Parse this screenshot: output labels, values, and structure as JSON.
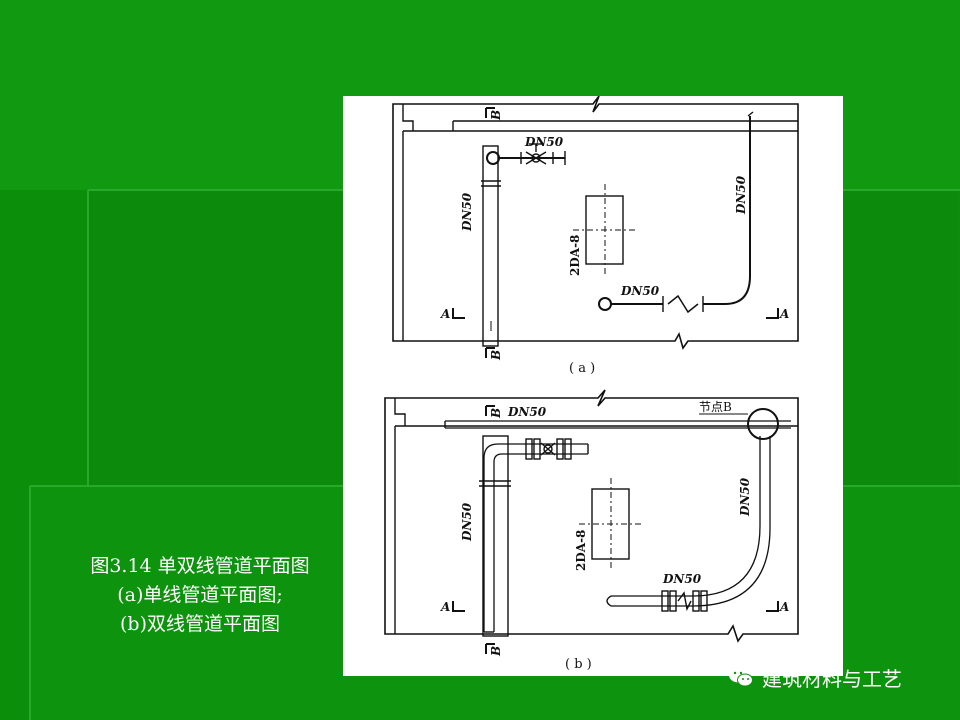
{
  "caption": {
    "line1": "图3.14  单双线管道平面图",
    "line2": "(a)单线管道平面图;",
    "line3": "(b)双线管道平面图"
  },
  "figure_a": {
    "label": "( a )",
    "pipe_dn_top": "DN50",
    "pipe_dn_left": "DN50",
    "pipe_dn_right": "DN50",
    "pipe_dn_bottom": "DN50",
    "equipment": "2DA-8",
    "section_a": "A",
    "section_b": "B"
  },
  "figure_b": {
    "label": "( b )",
    "pipe_dn_top": "DN50",
    "pipe_dn_left": "DN50",
    "pipe_dn_right": "DN50",
    "pipe_dn_bottom": "DN50",
    "equipment": "2DA-8",
    "node_label": "节点B",
    "section_a": "A",
    "section_b": "B"
  },
  "watermark": {
    "text": "建筑材料与工艺",
    "icon": "wechat-icon"
  },
  "colors": {
    "background": "#0a8a0a",
    "ink": "#111111"
  }
}
